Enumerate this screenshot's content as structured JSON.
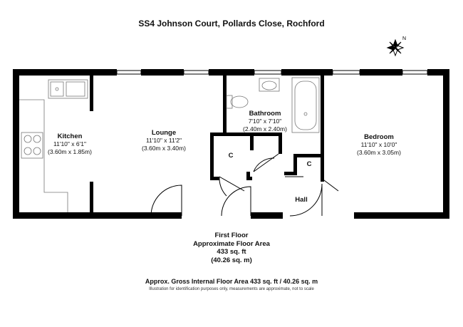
{
  "title": "SS4 Johnson Court, Pollards Close, Rochford",
  "rooms": {
    "kitchen": {
      "name": "Kitchen",
      "imperial": "11'10\" x 6'1\"",
      "metric": "(3.60m x 1.85m)"
    },
    "lounge": {
      "name": "Lounge",
      "imperial": "11'10\" x 11'2\"",
      "metric": "(3.60m x 3.40m)"
    },
    "bathroom": {
      "name": "Bathroom",
      "imperial": "7'10\" x 7'10\"",
      "metric": "(2.40m x 2.40m)"
    },
    "bedroom": {
      "name": "Bedroom",
      "imperial": "11'10\" x 10'0\"",
      "metric": "(3.60m x 3.05m)"
    },
    "cupboard_1": {
      "name": "C"
    },
    "cupboard_2": {
      "name": "C"
    },
    "hall": {
      "name": "Hall"
    }
  },
  "floor": {
    "name": "First Floor",
    "area_label": "Approximate Floor Area",
    "sq_ft": "433 sq. ft",
    "sq_m": "(40.26 sq. m)"
  },
  "gross_area": "Approx. Gross Internal Floor Area 433 sq. ft / 40.26 sq. m",
  "disclaimer": "Illustration for identification purposes only, measurements are approximate, not to scale",
  "compass_letter": "N",
  "colors": {
    "wall": "#000000",
    "fixture": "#777777",
    "paper": "#ffffff"
  }
}
